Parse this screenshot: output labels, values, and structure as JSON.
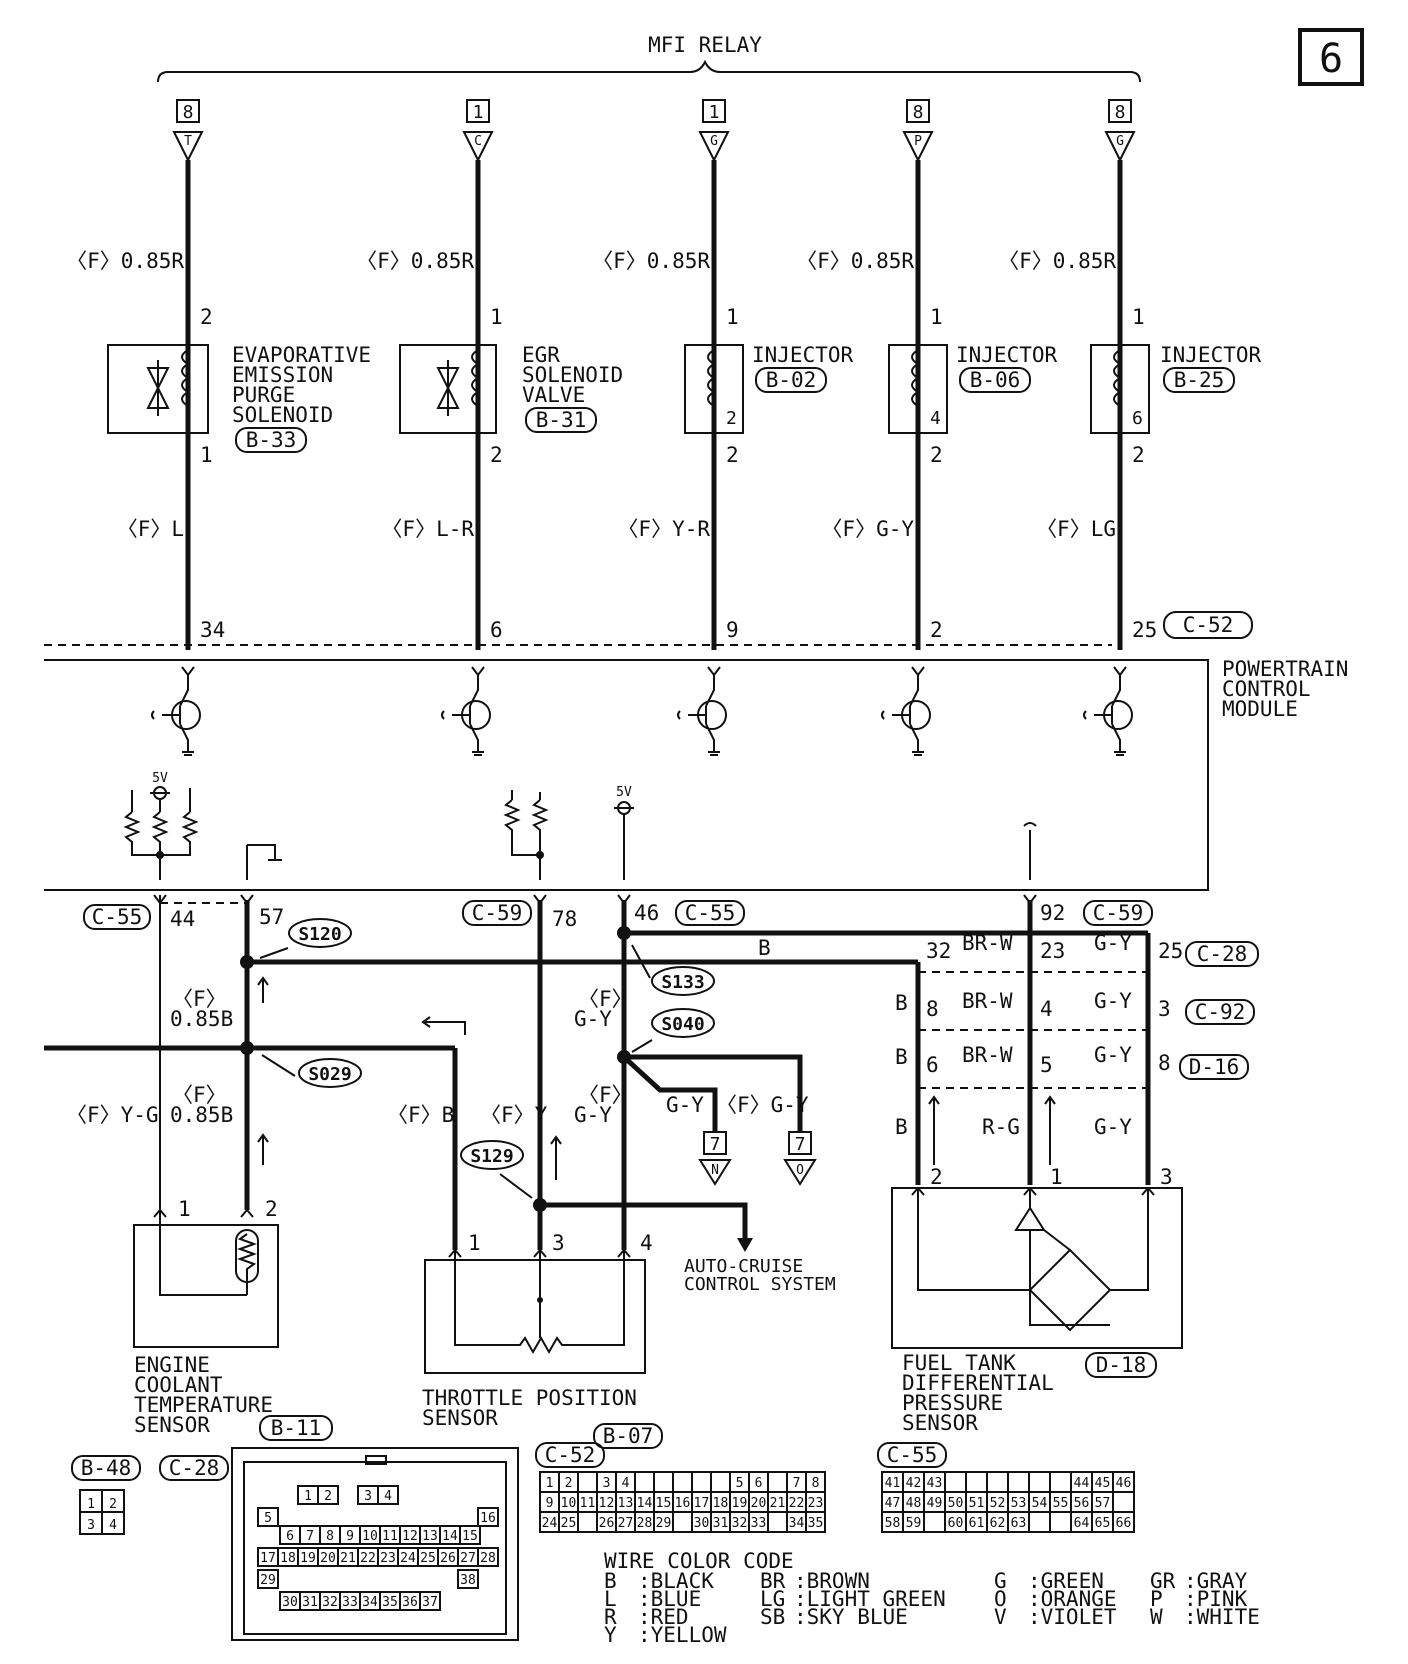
{
  "page_number": "6",
  "mfi_relay": {
    "title": "MFI RELAY"
  },
  "relay_terminals": [
    {
      "conn": "8",
      "pin": "T"
    },
    {
      "conn": "1",
      "pin": "C"
    },
    {
      "conn": "1",
      "pin": "G"
    },
    {
      "conn": "8",
      "pin": "P"
    },
    {
      "conn": "8",
      "pin": "G"
    }
  ],
  "upper_wires": [
    "〈F〉0.85R",
    "〈F〉0.85R",
    "〈F〉0.85R",
    "〈F〉0.85R",
    "〈F〉0.85R"
  ],
  "lower_wires": [
    "〈F〉L",
    "〈F〉L-R",
    "〈F〉Y-R",
    "〈F〉G-Y",
    "〈F〉LG"
  ],
  "components": [
    {
      "name": "EVAPORATIVE EMISSION PURGE SOLENOID",
      "lines": [
        "EVAPORATIVE",
        "EMISSION",
        "PURGE",
        "SOLENOID"
      ],
      "connector": "B-33",
      "pin_top": "2",
      "pin_bottom": "1",
      "inner_pin": ""
    },
    {
      "name": "EGR SOLENOID VALVE",
      "lines": [
        "EGR",
        "SOLENOID",
        "VALVE"
      ],
      "connector": "B-31",
      "pin_top": "1",
      "pin_bottom": "2",
      "inner_pin": ""
    },
    {
      "name": "INJECTOR",
      "lines": [
        "INJECTOR"
      ],
      "connector": "B-02",
      "pin_top": "1",
      "pin_bottom": "2",
      "inner_pin": "2"
    },
    {
      "name": "INJECTOR",
      "lines": [
        "INJECTOR"
      ],
      "connector": "B-06",
      "pin_top": "1",
      "pin_bottom": "2",
      "inner_pin": "4"
    },
    {
      "name": "INJECTOR",
      "lines": [
        "INJECTOR"
      ],
      "connector": "B-25",
      "pin_top": "1",
      "pin_bottom": "2",
      "inner_pin": "6"
    }
  ],
  "pcm_top_pins": [
    "34",
    "6",
    "9",
    "2",
    "25"
  ],
  "pcm_top_connector": "C-52",
  "pcm": {
    "lines": [
      "POWERTRAIN",
      "CONTROL",
      "MODULE"
    ]
  },
  "supply_5v": "5V",
  "pcm_bottom_pins": [
    {
      "pin": "44",
      "connector": "C-55"
    },
    {
      "pin": "57",
      "connector": ""
    },
    {
      "pin": "78",
      "connector": "C-59"
    },
    {
      "pin": "46",
      "connector": "C-55"
    },
    {
      "pin": "92",
      "connector": "C-59"
    }
  ],
  "splices": [
    "S120",
    "S029",
    "S133",
    "S040",
    "S129"
  ],
  "harness_wires": {
    "f_label": "〈F〉",
    "b085a": "0.85B",
    "yg": "〈F〉Y-G",
    "b085b": "0.85B",
    "fb": "〈F〉B",
    "fy": "〈F〉Y",
    "gy": "G-Y",
    "gy2": "G-Y",
    "gy_branch": "G-Y",
    "fgy_branch": "〈F〉G-Y",
    "b": "B"
  },
  "branch_terminals": [
    {
      "conn": "7",
      "pin": "N"
    },
    {
      "conn": "7",
      "pin": "O"
    }
  ],
  "auto_cruise": [
    "AUTO-CRUISE",
    "CONTROL SYSTEM"
  ],
  "intermediate_connectors": [
    {
      "connector": "C-28",
      "left_pin": "32",
      "mid_pin": "23",
      "right_pin": "25"
    },
    {
      "connector": "C-92",
      "left_pin": "8",
      "mid_pin": "4",
      "right_pin": "3"
    },
    {
      "connector": "D-16",
      "left_pin": "6",
      "mid_pin": "5",
      "right_pin": "8"
    }
  ],
  "fuel_tank_wires": {
    "left": "B",
    "mid1": "BR-W",
    "mid2": "R-G",
    "right": "G-Y"
  },
  "sensors": [
    {
      "lines": [
        "ENGINE",
        "COOLANT",
        "TEMPERATURE",
        "SENSOR"
      ],
      "connector": "B-11",
      "pins": [
        "1",
        "2"
      ]
    },
    {
      "lines": [
        "THROTTLE POSITION",
        "SENSOR"
      ],
      "connector": "B-07",
      "pins": [
        "1",
        "3",
        "4"
      ]
    },
    {
      "lines": [
        "FUEL TANK",
        "DIFFERENTIAL",
        "PRESSURE",
        "SENSOR"
      ],
      "connector": "D-18",
      "pins": [
        "2",
        "1",
        "3"
      ]
    }
  ],
  "connector_views": {
    "b48": {
      "label": "B-48",
      "pins": [
        "1",
        "2",
        "3",
        "4"
      ]
    },
    "c28": {
      "label": "C-28",
      "rows": [
        [
          "1",
          "2",
          "",
          "3",
          "4"
        ],
        [
          "5",
          "",
          "",
          "",
          "16"
        ],
        [
          "6",
          "7",
          "8",
          "9",
          "10",
          "11",
          "12",
          "13",
          "14",
          "15"
        ],
        [
          "17",
          "18",
          "19",
          "20",
          "21",
          "22",
          "23",
          "24",
          "25",
          "26",
          "27",
          "28"
        ],
        [
          "29",
          "",
          "",
          "",
          "",
          "38"
        ],
        [
          "30",
          "31",
          "32",
          "33",
          "34",
          "35",
          "36",
          "37"
        ]
      ]
    },
    "c52": {
      "label": "C-52",
      "rows": [
        [
          "1",
          "2",
          "",
          "3",
          "4",
          "",
          "",
          "",
          "",
          "",
          "5",
          "6",
          "",
          "7",
          "8"
        ],
        [
          "9",
          "10",
          "11",
          "12",
          "13",
          "14",
          "15",
          "16",
          "17",
          "18",
          "19",
          "20",
          "21",
          "22",
          "23"
        ],
        [
          "24",
          "25",
          "",
          "26",
          "27",
          "28",
          "29",
          "",
          "30",
          "31",
          "32",
          "33",
          "",
          "34",
          "35"
        ]
      ]
    },
    "c55": {
      "label": "C-55",
      "rows": [
        [
          "41",
          "42",
          "43",
          "",
          "",
          "",
          "",
          "",
          "",
          "44",
          "45",
          "46"
        ],
        [
          "47",
          "48",
          "49",
          "50",
          "51",
          "52",
          "53",
          "54",
          "55",
          "56",
          "57",
          ""
        ],
        [
          "58",
          "59",
          "",
          "60",
          "61",
          "62",
          "63",
          "",
          "",
          "64",
          "65",
          "66"
        ]
      ]
    }
  },
  "wire_color_code": {
    "title": "WIRE COLOR CODE",
    "entries": [
      [
        "B",
        "BLACK"
      ],
      [
        "L",
        "BLUE"
      ],
      [
        "R",
        "RED"
      ],
      [
        "Y",
        "YELLOW"
      ],
      [
        "BR",
        "BROWN"
      ],
      [
        "LG",
        "LIGHT GREEN"
      ],
      [
        "SB",
        "SKY BLUE"
      ],
      [
        "G",
        "GREEN"
      ],
      [
        "O",
        "ORANGE"
      ],
      [
        "V",
        "VIOLET"
      ],
      [
        "GR",
        "GRAY"
      ],
      [
        "P",
        "PINK"
      ],
      [
        "W",
        "WHITE"
      ]
    ]
  }
}
